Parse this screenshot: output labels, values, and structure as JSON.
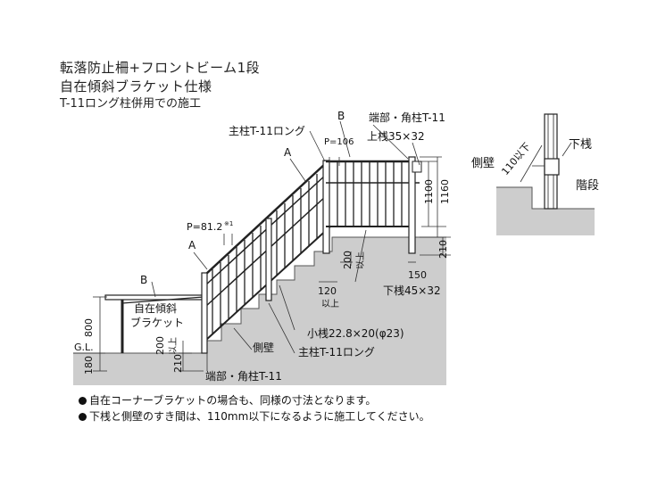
{
  "title": {
    "line1": "転落防止柵+フロントビーム1段",
    "line2": "自在傾斜ブラケット仕様",
    "line3": "T-11ロング柱併用での施工"
  },
  "labels": {
    "main_post_top": "主柱T-11ロング",
    "b_top": "B",
    "end_post_top": "端部・角柱T-11",
    "p106": "P=106",
    "upper_rail": "上桟35×32",
    "a_upper": "A",
    "p812": "P=81.2",
    "p812_note": "※1",
    "a_lower": "A",
    "b_left": "B",
    "bracket_line1": "自在傾斜",
    "bracket_line2": "ブラケット",
    "dim_1100": "1100",
    "dim_1160": "1160",
    "dim_210_right": "210",
    "dim_200_mid": "200",
    "dim_200_mid_sub": "以上",
    "dim_150": "150",
    "lower_rail": "下桟45×32",
    "dim_120": "120",
    "dim_120_sub": "以上",
    "baluster": "小桟22.8×20(φ23)",
    "main_post_bottom": "主柱T-11ロング",
    "side_wall": "側壁",
    "end_post_bottom": "端部・角柱T-11",
    "dim_800": "800",
    "gl": "G.L.",
    "dim_180": "180",
    "dim_200_left": "200",
    "dim_200_left_sub": "以上",
    "dim_210_left": "210"
  },
  "detail": {
    "side_wall": "側壁",
    "gap": "110以下",
    "lower_rail": "下桟",
    "stairs": "階段"
  },
  "notes": [
    "自在コーナーブラケットの場合も、同様の寸法となります。",
    "下桟と側壁のすき間は、110mm以下になるように施工してください。"
  ]
}
